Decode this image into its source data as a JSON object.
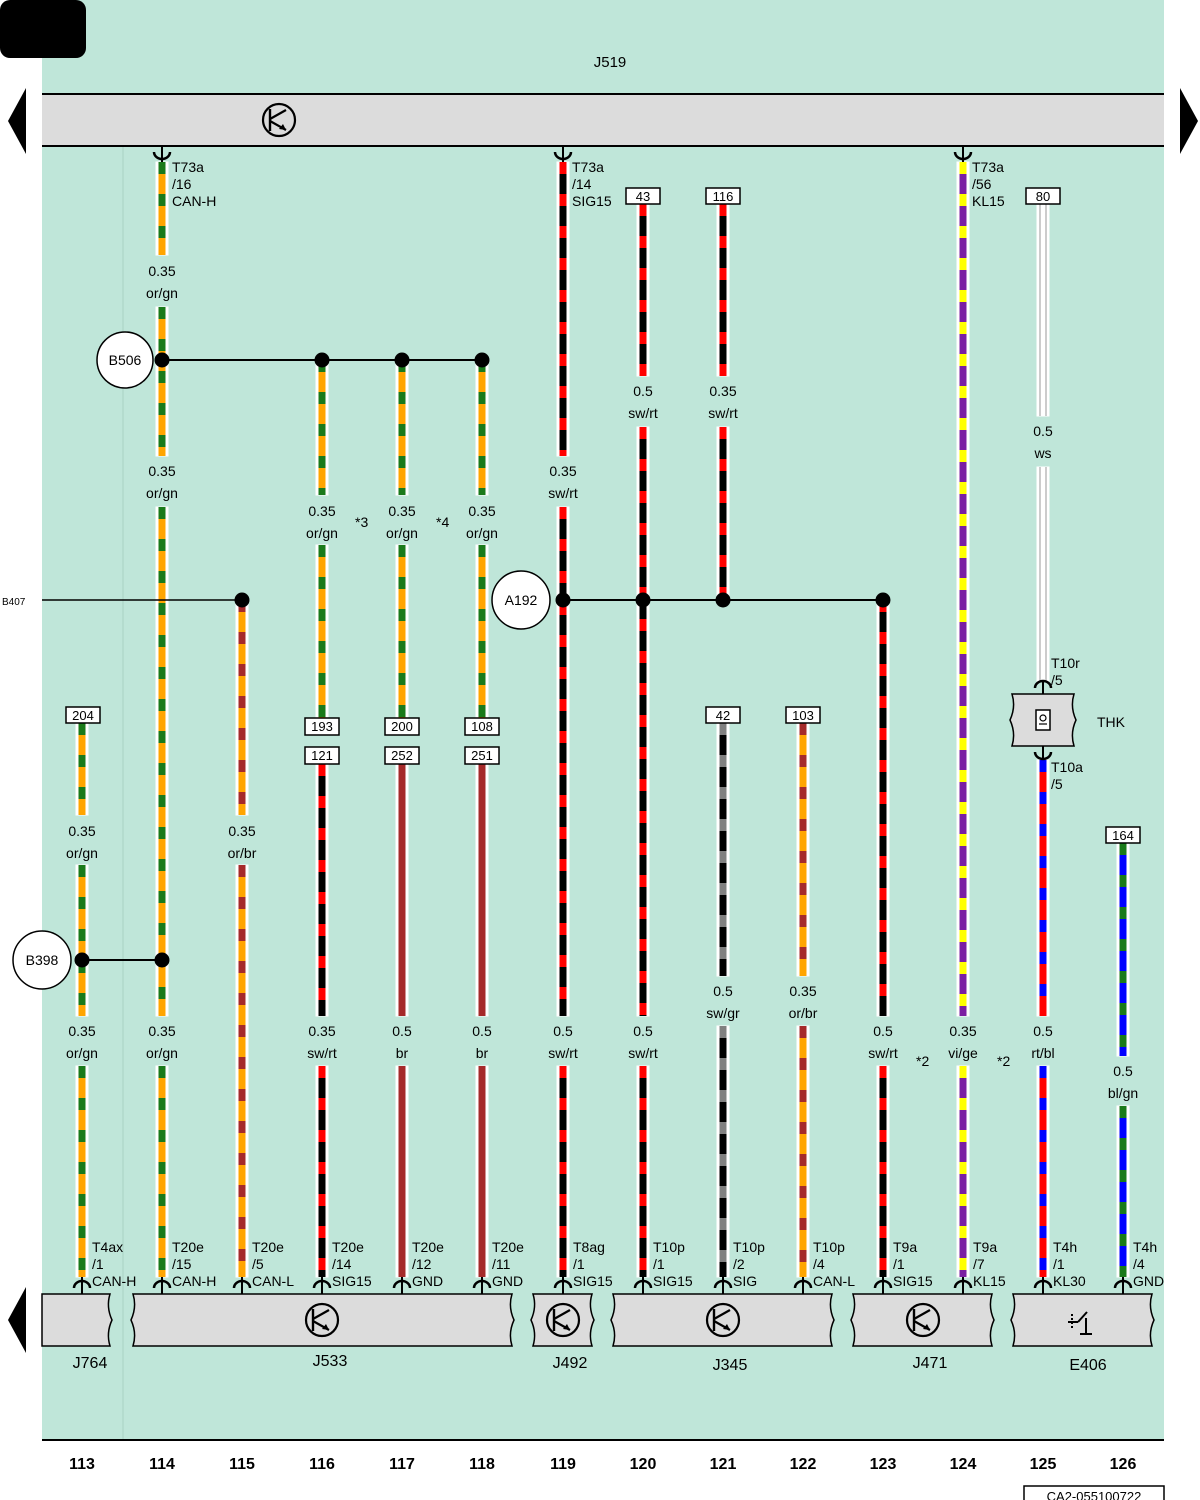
{
  "page_tab": "",
  "top_unit": {
    "label": "J519"
  },
  "b407_label": "B407",
  "doc_id": "CA2-055100722",
  "wire_colors": {
    "or": "#ffa500",
    "gn": "#1a7a1a",
    "sw": "#000000",
    "rt": "#ff0000",
    "br": "#a52a2a",
    "vi": "#7b1fa2",
    "ge": "#ffff00",
    "ws": "#ffffff",
    "gr": "#808080",
    "bl": "#0000ff"
  },
  "splices": [
    {
      "name": "B506",
      "label": "B506"
    },
    {
      "name": "A192",
      "label": "A192"
    },
    {
      "name": "B398",
      "label": "B398"
    }
  ],
  "top_connectors": [
    {
      "col": "114",
      "lines": [
        "T73a",
        "/16",
        "CAN-H"
      ]
    },
    {
      "col": "119",
      "lines": [
        "T73a",
        "/14",
        "SIG15"
      ]
    },
    {
      "col": "124",
      "lines": [
        "T73a",
        "/56",
        "KL15"
      ]
    }
  ],
  "boxes": [
    {
      "col": "113",
      "label": "204"
    },
    {
      "col": "116a",
      "label": "193"
    },
    {
      "col": "116b",
      "label": "121"
    },
    {
      "col": "117a",
      "label": "200"
    },
    {
      "col": "117b",
      "label": "252"
    },
    {
      "col": "118a",
      "label": "108"
    },
    {
      "col": "118b",
      "label": "251"
    },
    {
      "col": "120",
      "label": "43"
    },
    {
      "col": "121a",
      "label": "116"
    },
    {
      "col": "121b",
      "label": "42"
    },
    {
      "col": "122",
      "label": "103"
    },
    {
      "col": "125",
      "label": "80"
    },
    {
      "col": "126",
      "label": "164"
    }
  ],
  "wire_labels": [
    {
      "id": "114a",
      "size": "0.35",
      "color": "or/gn"
    },
    {
      "id": "114b",
      "size": "0.35",
      "color": "or/gn"
    },
    {
      "id": "114c",
      "size": "0.35",
      "color": "or/gn"
    },
    {
      "id": "113a",
      "size": "0.35",
      "color": "or/gn"
    },
    {
      "id": "113b",
      "size": "0.35",
      "color": "or/gn"
    },
    {
      "id": "115",
      "size": "0.35",
      "color": "or/br"
    },
    {
      "id": "116a",
      "size": "0.35",
      "color": "or/gn"
    },
    {
      "id": "116b",
      "size": "0.35",
      "color": "sw/rt"
    },
    {
      "id": "117a",
      "size": "0.35",
      "color": "or/gn"
    },
    {
      "id": "117b",
      "size": "0.5",
      "color": "br"
    },
    {
      "id": "118a",
      "size": "0.35",
      "color": "or/gn"
    },
    {
      "id": "118b",
      "size": "0.5",
      "color": "br"
    },
    {
      "id": "119a",
      "size": "0.35",
      "color": "sw/rt"
    },
    {
      "id": "119b",
      "size": "0.5",
      "color": "sw/rt"
    },
    {
      "id": "120a",
      "size": "0.5",
      "color": "sw/rt"
    },
    {
      "id": "120b",
      "size": "0.5",
      "color": "sw/rt"
    },
    {
      "id": "121a",
      "size": "0.35",
      "color": "sw/rt"
    },
    {
      "id": "121b",
      "size": "0.5",
      "color": "sw/gr"
    },
    {
      "id": "122",
      "size": "0.35",
      "color": "or/br"
    },
    {
      "id": "123",
      "size": "0.5",
      "color": "sw/rt"
    },
    {
      "id": "124",
      "size": "0.35",
      "color": "vi/ge"
    },
    {
      "id": "125a",
      "size": "0.5",
      "color": "ws"
    },
    {
      "id": "125b",
      "size": "0.5",
      "color": "rt/bl"
    },
    {
      "id": "126",
      "size": "0.5",
      "color": "bl/gn"
    }
  ],
  "footnotes": [
    {
      "id": "fn3",
      "text": "*3"
    },
    {
      "id": "fn4",
      "text": "*4"
    },
    {
      "id": "fn2a",
      "text": "*2"
    },
    {
      "id": "fn2b",
      "text": "*2"
    }
  ],
  "thk": {
    "label": "THK",
    "top_pin": [
      "T10r",
      "/5"
    ],
    "bottom_pin": [
      "T10a",
      "/5"
    ]
  },
  "bottom_pins": [
    {
      "col": "113",
      "lines": [
        "T4ax",
        "/1",
        "CAN-H"
      ]
    },
    {
      "col": "114",
      "lines": [
        "T20e",
        "/15",
        "CAN-H"
      ]
    },
    {
      "col": "115",
      "lines": [
        "T20e",
        "/5",
        "CAN-L"
      ]
    },
    {
      "col": "116",
      "lines": [
        "T20e",
        "/14",
        "SIG15"
      ]
    },
    {
      "col": "117",
      "lines": [
        "T20e",
        "/12",
        "GND"
      ]
    },
    {
      "col": "118",
      "lines": [
        "T20e",
        "/11",
        "GND"
      ]
    },
    {
      "col": "119",
      "lines": [
        "T8ag",
        "/1",
        "SIG15"
      ]
    },
    {
      "col": "120",
      "lines": [
        "T10p",
        "/1",
        "SIG15"
      ]
    },
    {
      "col": "121",
      "lines": [
        "T10p",
        "/2",
        "SIG"
      ]
    },
    {
      "col": "122",
      "lines": [
        "T10p",
        "/4",
        "CAN-L"
      ]
    },
    {
      "col": "123",
      "lines": [
        "T9a",
        "/1",
        "SIG15"
      ]
    },
    {
      "col": "124",
      "lines": [
        "T9a",
        "/7",
        "KL15"
      ]
    },
    {
      "col": "125",
      "lines": [
        "T4h",
        "/1",
        "KL30"
      ]
    },
    {
      "col": "126",
      "lines": [
        "T4h",
        "/4",
        "GND"
      ]
    }
  ],
  "components": [
    {
      "name": "J764",
      "label": "J764"
    },
    {
      "name": "J533",
      "label": "J533"
    },
    {
      "name": "J492",
      "label": "J492"
    },
    {
      "name": "J345",
      "label": "J345"
    },
    {
      "name": "J471",
      "label": "J471"
    },
    {
      "name": "E406",
      "label": "E406"
    }
  ],
  "column_numbers": [
    "113",
    "114",
    "115",
    "116",
    "117",
    "118",
    "119",
    "120",
    "121",
    "122",
    "123",
    "124",
    "125",
    "126"
  ]
}
